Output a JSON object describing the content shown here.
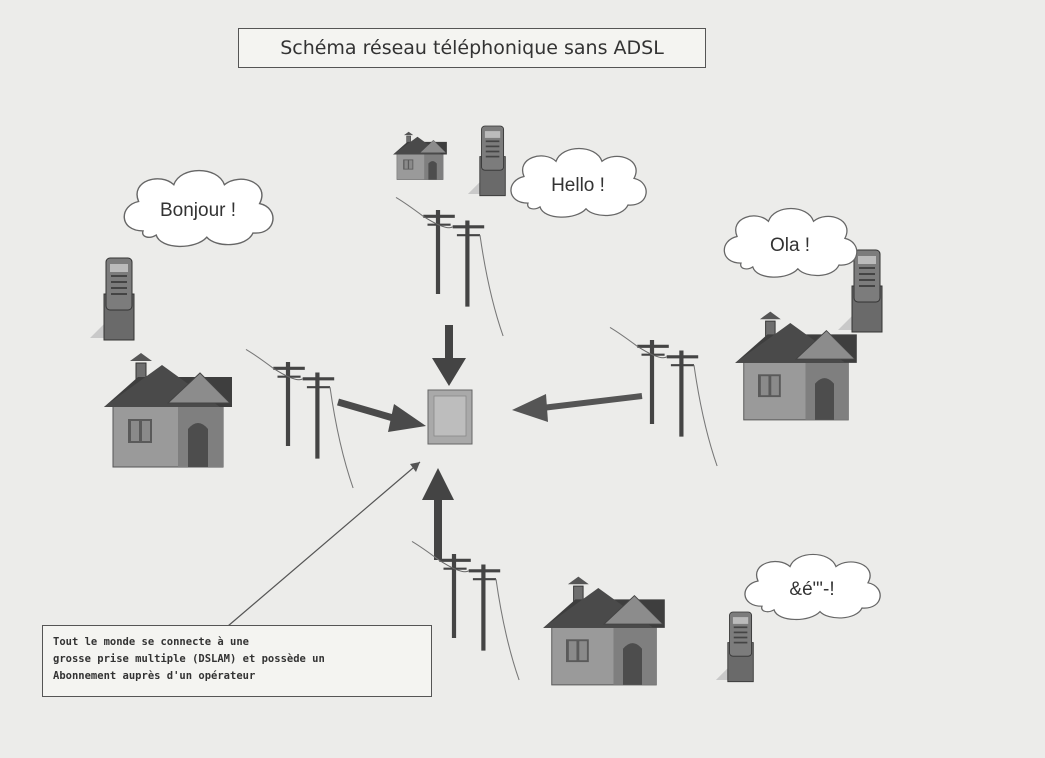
{
  "title": "Schéma réseau téléphonique sans ADSL",
  "bubbles": {
    "bonjour": "Bonjour !",
    "hello": "Hello !",
    "ola": "Ola !",
    "symbols": "&é\"'-!"
  },
  "note": {
    "line1": "Tout le monde se connecte à une",
    "line2": "grosse prise multiple (DSLAM) et possède un",
    "line3": "Abonnement auprès d'un opérateur"
  },
  "colors": {
    "background": "#ececea",
    "house_roof": "#3e3e3e",
    "house_wall": "#9a9a9a",
    "arrow": "#4a4a4a"
  }
}
